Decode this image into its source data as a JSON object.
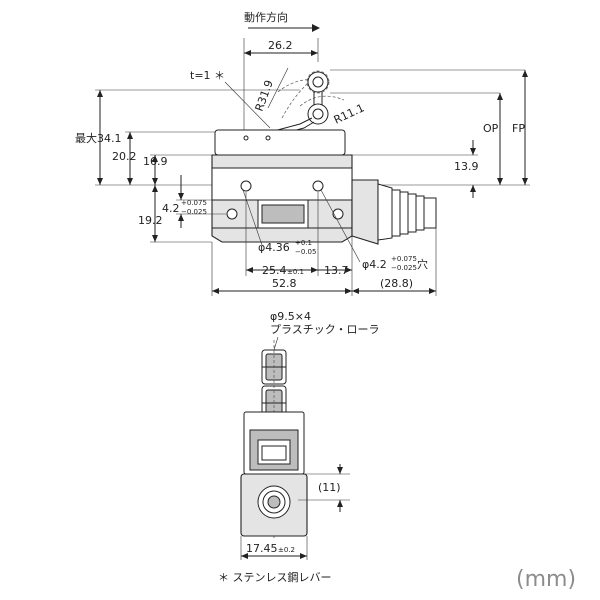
{
  "labels": {
    "direction": "動作方向",
    "dim_26_2": "26.2",
    "t1": "t=1 ＊",
    "r31_9": "R31.9",
    "r11_1": "R11.1",
    "max_34_1": "最大34.1",
    "dim_20_2": "20.2",
    "dim_16_9": "16.9",
    "dim_13_9": "13.9",
    "op": "OP",
    "fp": "FP",
    "dim_4_2_main": "4.2",
    "dim_4_2_tol_up": "+0.075",
    "dim_4_2_tol_dn": "−0.025",
    "dim_19_2": "19.2",
    "hole_436_main": "φ4.36",
    "hole_436_tol_up": "+0.1",
    "hole_436_tol_dn": "−0.05",
    "hole_42_main": "φ4.2",
    "hole_42_tol_up": "+0.075",
    "hole_42_tol_dn": "−0.025",
    "hole_42_suffix": "穴",
    "dim_25_4_main": "25.4",
    "dim_25_4_tol": "±0.1",
    "dim_13_7": "13.7",
    "dim_52_8": "52.8",
    "dim_28_8": "(28.8)",
    "roller_spec": "φ9.5×4",
    "roller_name": "プラスチック・ローラ",
    "dim_11": "(11)",
    "dim_17_45_main": "17.45",
    "dim_17_45_tol": "±0.2",
    "note": "＊ ステンレス鋼レバー",
    "unit": "(mm)"
  }
}
